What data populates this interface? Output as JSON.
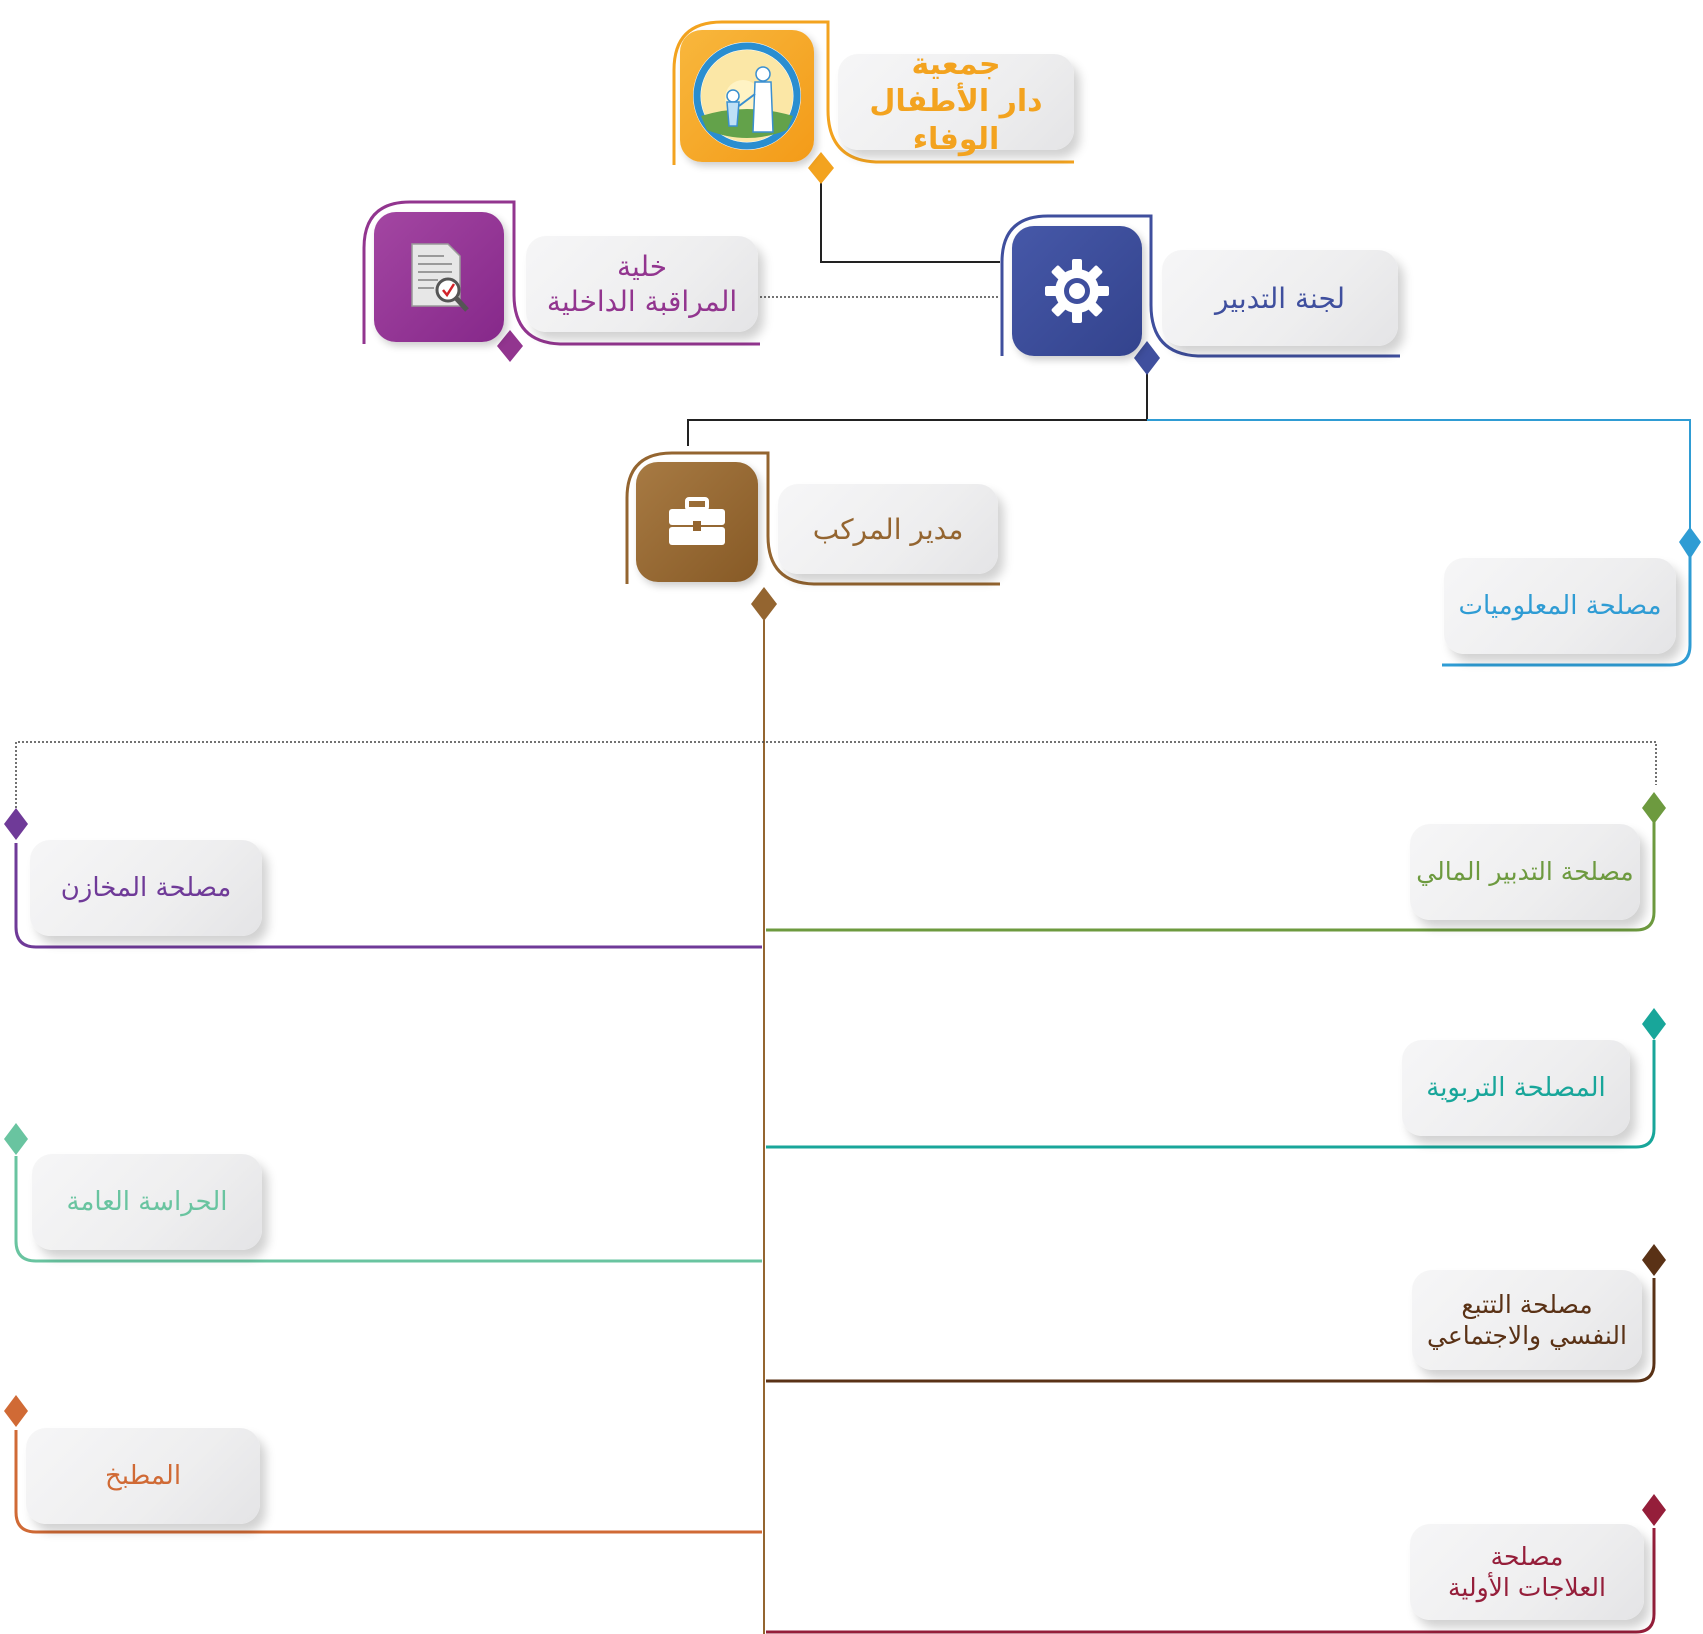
{
  "colors": {
    "association": "#f3a31f",
    "board": "#3f4f9e",
    "audit": "#92358f",
    "director": "#946530",
    "info": "#2f9cd4",
    "finance": "#6d9a3f",
    "education": "#18a69a",
    "psychosocial": "#5a3216",
    "medical": "#951e3a",
    "stores": "#6f3a98",
    "security": "#69c4a0",
    "kitchen": "#d06a35"
  },
  "association": {
    "line1": "جمعية",
    "line2": "دار الأطفال الوفاء",
    "icon": "logo-icon"
  },
  "board": {
    "label": "لجنة التدبير",
    "icon": "gear-icon"
  },
  "audit": {
    "line1": "خلية",
    "line2": "المراقبة الداخلية",
    "icon": "document-search-icon"
  },
  "director": {
    "label": "مدير المركب",
    "icon": "briefcase-icon"
  },
  "services": {
    "info": "مصلحة المعلوميات",
    "finance": "مصلحة التدبير المالي",
    "education": "المصلحة التربوية",
    "psychosocial": {
      "line1": "مصلحة التتبع",
      "line2": "النفسي والاجتماعي"
    },
    "medical": {
      "line1": "مصلحة",
      "line2": "العلاجات الأولية"
    },
    "stores": "مصلحة المخازن",
    "security": "الحراسة العامة",
    "kitchen": "المطبخ"
  }
}
